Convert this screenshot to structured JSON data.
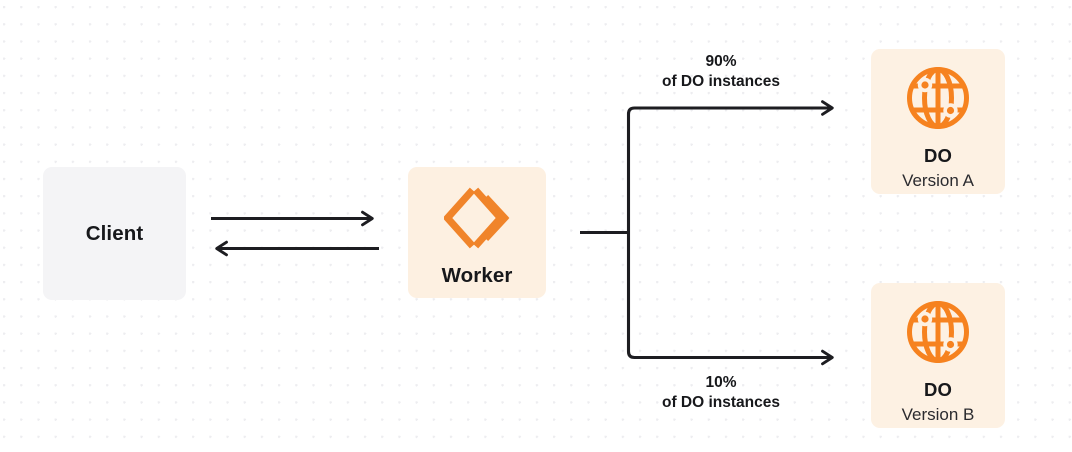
{
  "diagram": {
    "background": "#ffffff",
    "dot_grid_color": "#ededf0",
    "nodes": {
      "client": {
        "label": "Client",
        "fill": "#f4f4f6",
        "text_color": "#17181b"
      },
      "worker": {
        "label": "Worker",
        "icon": "cloudflare-workers-logo",
        "fill": "#fdf0e1",
        "icon_color": "#f6821f",
        "text_color": "#17181b"
      },
      "do_a": {
        "label": "DO",
        "sublabel": "Version A",
        "icon": "globe-icon",
        "fill": "#fdf1e3",
        "icon_color": "#f6821f",
        "text_color": "#17181b"
      },
      "do_b": {
        "label": "DO",
        "sublabel": "Version B",
        "icon": "globe-icon",
        "fill": "#fdf1e3",
        "icon_color": "#f6821f",
        "text_color": "#17181b"
      }
    },
    "edges": {
      "client_to_worker": {
        "direction": "right",
        "label": ""
      },
      "worker_to_client": {
        "direction": "left",
        "label": ""
      },
      "worker_to_do_a": {
        "percent": "90%",
        "description": "of DO instances",
        "direction": "right"
      },
      "worker_to_do_b": {
        "percent": "10%",
        "description": "of DO instances",
        "direction": "right"
      }
    },
    "stroke_color": "#1d1d21"
  }
}
